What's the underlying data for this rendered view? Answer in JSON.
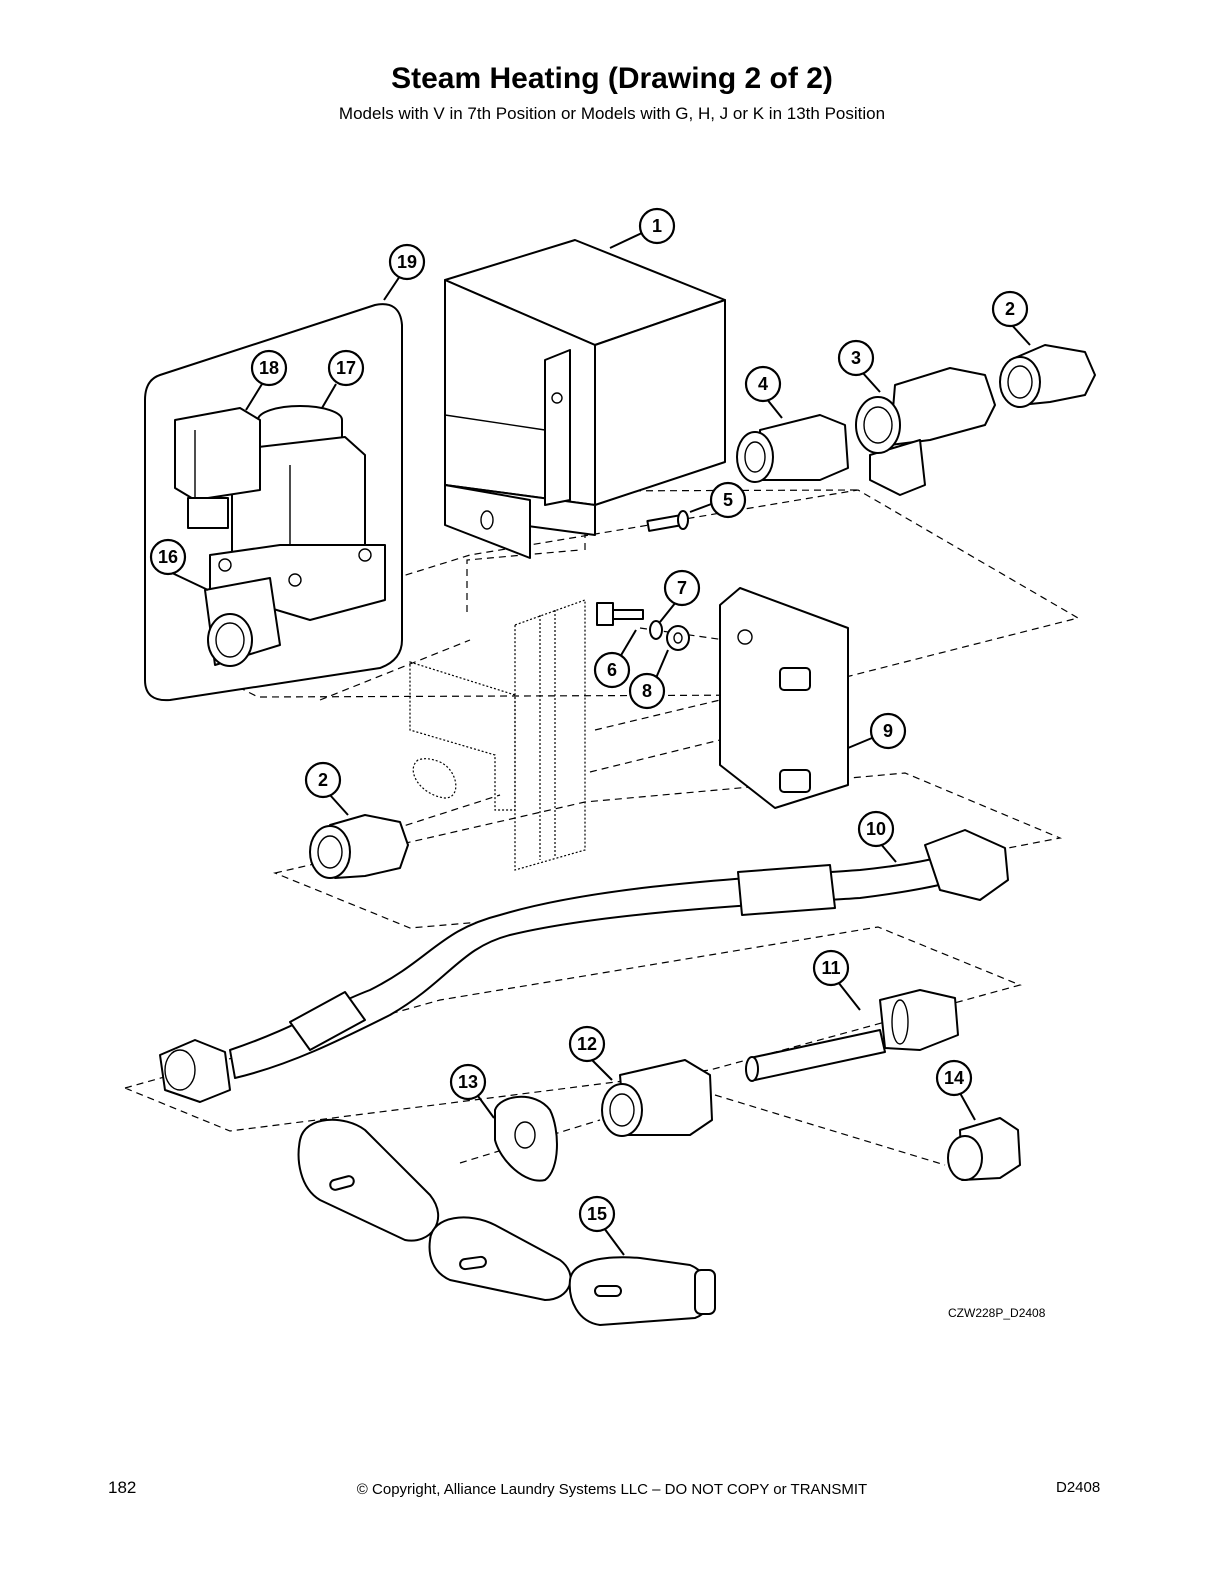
{
  "header": {
    "title": "Steam Heating (Drawing 2 of 2)",
    "subtitle": "Models with V in 7th Position or Models with G, H, J or K in 13th Position"
  },
  "callouts": [
    "1",
    "2",
    "3",
    "4",
    "5",
    "6",
    "7",
    "8",
    "9",
    "10",
    "11",
    "12",
    "13",
    "14",
    "15",
    "16",
    "17",
    "18",
    "19",
    "2"
  ],
  "drawing_code": "CZW228P_D2408",
  "footer": {
    "page_number": "182",
    "copyright": "© Copyright, Alliance Laundry Systems LLC – DO NOT COPY or TRANSMIT",
    "doc_code": "D2408"
  }
}
